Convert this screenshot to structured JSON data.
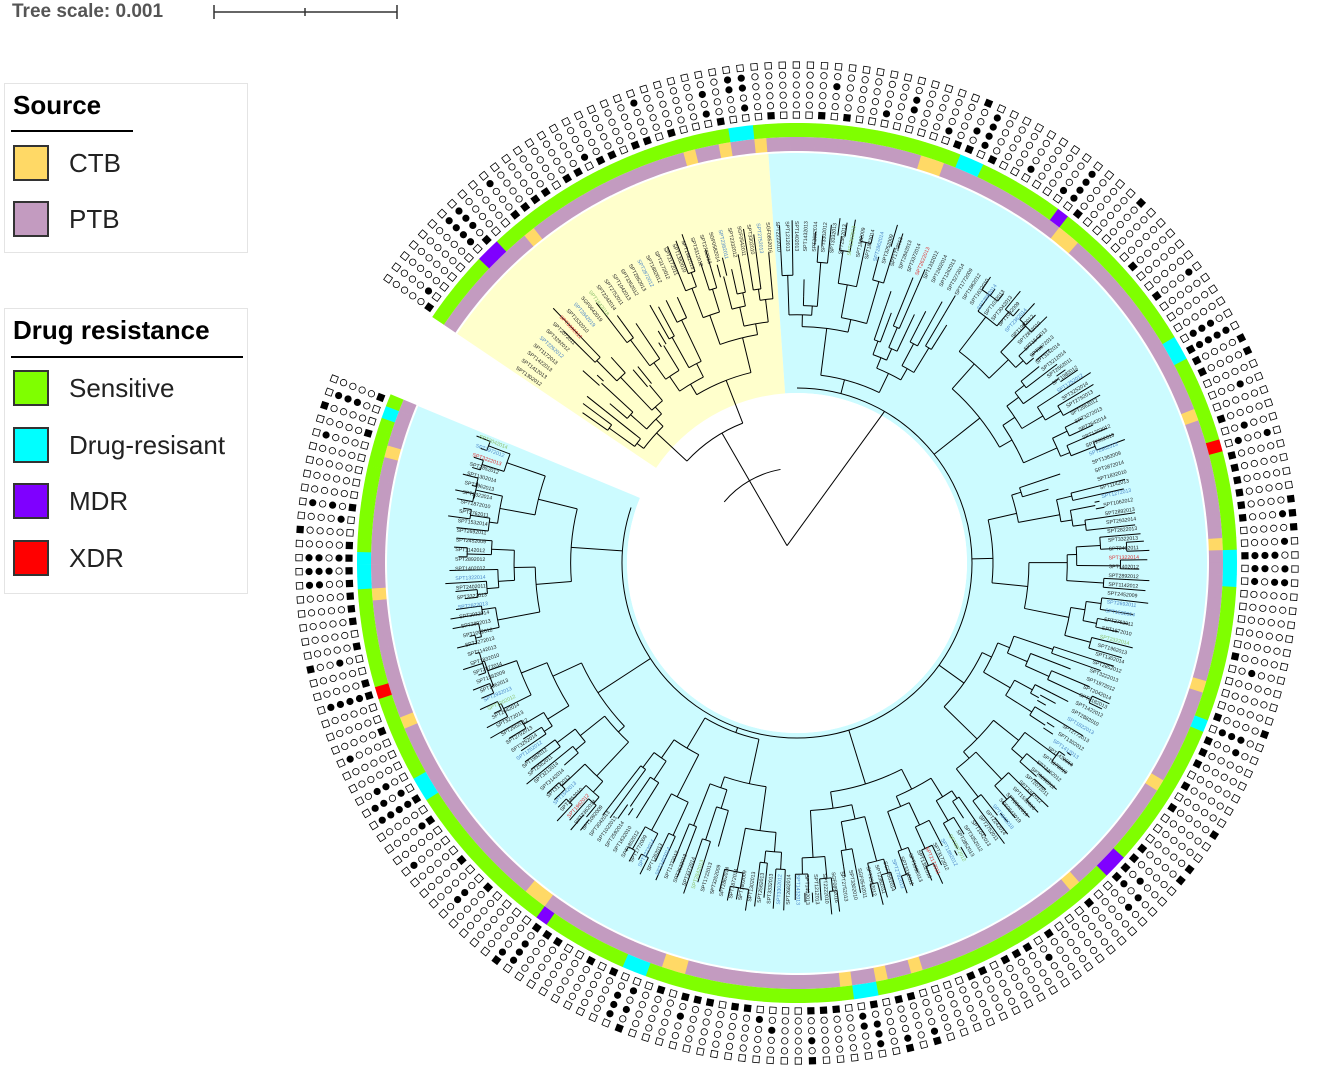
{
  "scale": {
    "title": "Tree scale: 0.001"
  },
  "legend_source": {
    "title": "Source",
    "items": [
      {
        "label": "CTB",
        "color": "#ffd966"
      },
      {
        "label": "PTB",
        "color": "#c39bc0"
      }
    ]
  },
  "legend_drug": {
    "title": "Drug resistance",
    "items": [
      {
        "label": "Sensitive",
        "color": "#7fff00"
      },
      {
        "label": "Drug-resisant",
        "color": "#00ffff"
      },
      {
        "label": "MDR",
        "color": "#7f00ff"
      },
      {
        "label": "XDR",
        "color": "#ff0000"
      }
    ]
  },
  "colors": {
    "highlight_yellow": "#ffffcc",
    "highlight_blue": "#ccfbff",
    "branch": "#000000",
    "label_black": "#222222",
    "label_blue": "#4a86c8",
    "label_red": "#e03030",
    "label_green": "#8cc06a"
  },
  "tree": {
    "key_labels": [
      "SPT1302012",
      "SPT1412013",
      "SPT1422013",
      "SPT1172013",
      "SPT2262012",
      "SPT3292012",
      "SPT2072011",
      "SPT3392012",
      "SPT1532010",
      "SPT2842019",
      "SGF0642019",
      "SPT1842018",
      "SPT2242014",
      "SPT2752011",
      "SPT1042013",
      "SPT3352012",
      "SPT2852013",
      "SPT2872012",
      "SPT1882012",
      "SPT3172012",
      "SPT2172011",
      "SPT1382010",
      "SPT1982013",
      "SPT3312012",
      "SPT2782013",
      "SGF0582014",
      "SPT2382011",
      "SPT2332012",
      "SGF0542011",
      "SPT3302010",
      "SPT2752013",
      "SGF0852016",
      "SPT2222010",
      "SPT1212013",
      "SPT1402013",
      "SPT1432013",
      "SPT2682014",
      "SPT3302012",
      "SPT3332013",
      "SPT2562013",
      "SPT1302013",
      "SPT1802009",
      "SPT1872014",
      "SPT2862014",
      "SPT3252009",
      "SPT1722013",
      "SPT2842013",
      "SPT3372014",
      "SPT2622013",
      "SPT1332012",
      "SPT2402014",
      "SPT1262013",
      "SPT3272014",
      "SPT1772009",
      "SPT1862012",
      "SPT1632010",
      "SPT2592014",
      "SPT1022013",
      "SPT3042013",
      "SPT1092009",
      "SPT2362014",
      "SPT1962012",
      "SPT2852010",
      "SPT1542013",
      "SPT3172013",
      "SPT3142014",
      "SPT3212014",
      "SPT2562011",
      "SPT1982012",
      "SPT1252012",
      "SPT3252014",
      "SPT2792013",
      "SPT2562012",
      "SPT3272013",
      "SPT2642014",
      "SPT1202012",
      "SPT2932013",
      "SPT2862013",
      "SPT1382009",
      "SPT2872014",
      "SPT1832010",
      "SPT1142013",
      "SPT1272013",
      "SPT1062012",
      "SPT2892013",
      "SPT2932014",
      "SPT2822013",
      "SPT3322013",
      "SPT2402011",
      "SPT1322014",
      "SPT1402012",
      "SPT2892012",
      "SPT1142012",
      "SPT2452009",
      "SPT2692011",
      "SPT1532014",
      "SPT2762011",
      "SPT1872010",
      "SPT2322014",
      "SPT1962013",
      "SPT1302014",
      "SPT2852012",
      "SPT3222013",
      "SPT1972012",
      "SPT2042014",
      "SPT3182013",
      "SPT1422012",
      "SPT2882010",
      "SPT1822013",
      "SPT2772013"
    ],
    "source_pattern": [
      "P",
      "P",
      "P",
      "P",
      "P",
      "P",
      "P",
      "P",
      "P",
      "P",
      "C",
      "P",
      "P",
      "P",
      "P",
      "P",
      "P",
      "P",
      "P",
      "P",
      "P",
      "P",
      "P",
      "P",
      "P",
      "C",
      "P",
      "P",
      "C",
      "P",
      "P",
      "C",
      "P",
      "P",
      "P",
      "P",
      "P",
      "P",
      "P",
      "P",
      "P",
      "P",
      "P",
      "P",
      "P",
      "C",
      "C",
      "P",
      "P",
      "P",
      "P",
      "P",
      "P",
      "P",
      "P",
      "P",
      "P",
      "P",
      "C",
      "C",
      "P",
      "P",
      "P",
      "P",
      "P",
      "P",
      "P",
      "P",
      "P",
      "P",
      "P",
      "P",
      "P",
      "P",
      "P",
      "P",
      "P",
      "C",
      "P",
      "P",
      "P",
      "P",
      "P",
      "P",
      "P",
      "P",
      "P",
      "P",
      "C",
      "P",
      "P",
      "P",
      "P",
      "P",
      "P",
      "P",
      "P",
      "P",
      "P",
      "P",
      "C",
      "P",
      "P",
      "P",
      "P",
      "P",
      "P",
      "P",
      "P",
      "C"
    ],
    "drug_pattern": [
      "S",
      "S",
      "S",
      "S",
      "S",
      "S",
      "M",
      "M",
      "S",
      "S",
      "S",
      "S",
      "S",
      "S",
      "S",
      "S",
      "S",
      "S",
      "S",
      "S",
      "S",
      "S",
      "S",
      "S",
      "S",
      "S",
      "S",
      "S",
      "S",
      "D",
      "D",
      "S",
      "S",
      "S",
      "S",
      "S",
      "S",
      "S",
      "S",
      "S",
      "S",
      "S",
      "S",
      "S",
      "S",
      "S",
      "S",
      "S",
      "D",
      "D",
      "S",
      "S",
      "S",
      "S",
      "S",
      "S",
      "S",
      "M",
      "S",
      "S",
      "S",
      "S",
      "S",
      "S",
      "S",
      "S",
      "S",
      "S",
      "S",
      "S",
      "S",
      "D",
      "D",
      "S",
      "S",
      "S",
      "S",
      "S",
      "S",
      "S",
      "X",
      "S",
      "S",
      "S",
      "S",
      "S",
      "S",
      "S",
      "S",
      "D",
      "D",
      "D",
      "S",
      "S",
      "S",
      "S",
      "S",
      "S",
      "S",
      "S",
      "S",
      "S",
      "S",
      "D",
      "S",
      "S",
      "S",
      "S",
      "S",
      "S"
    ]
  }
}
